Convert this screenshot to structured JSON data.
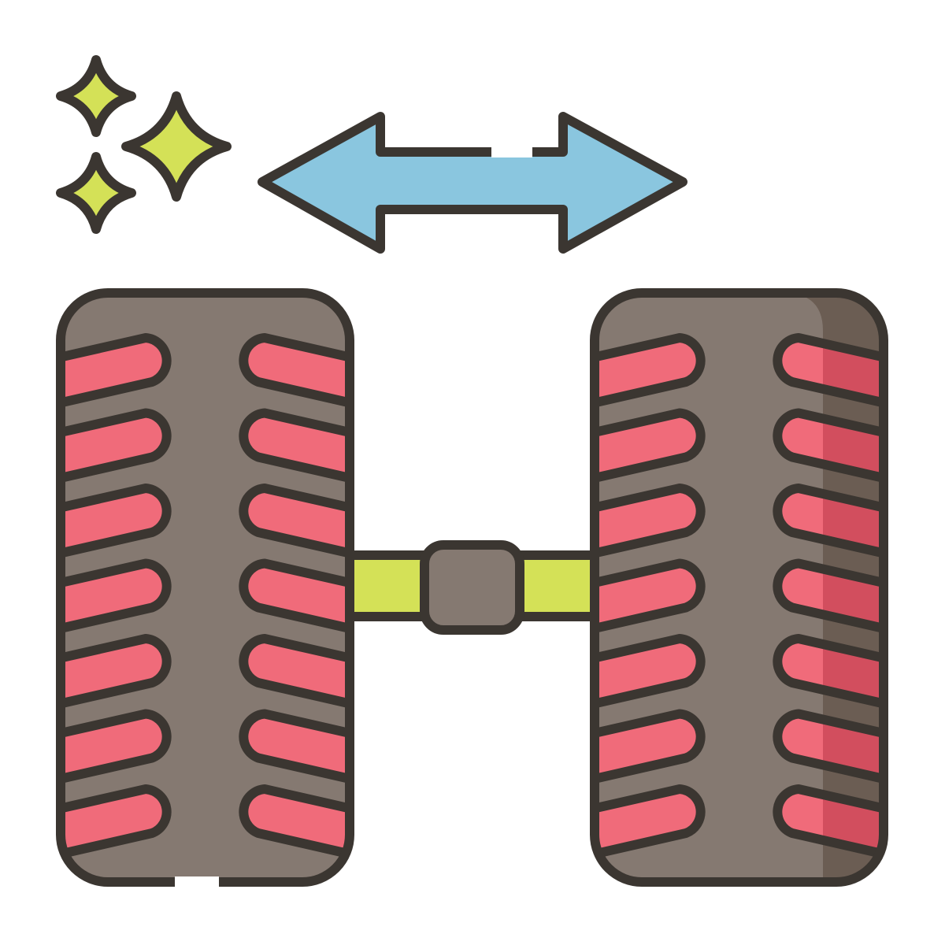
{
  "icon": {
    "subject": "wheel-alignment",
    "elements": [
      "sparkles-icon",
      "double-arrow-icon",
      "left-tire",
      "right-tire",
      "axle"
    ]
  },
  "colors": {
    "outline": "#3b3631",
    "tire": "#857971",
    "tire_shadow": "#6b5d53",
    "tread": "#f06b7a",
    "tread_shadow": "#d24e5e",
    "arrow": "#8ac6df",
    "sparkle": "#d4e157",
    "axle": "#d4e157",
    "background": "#ffffff"
  },
  "tread": {
    "rows_per_side": 7
  }
}
